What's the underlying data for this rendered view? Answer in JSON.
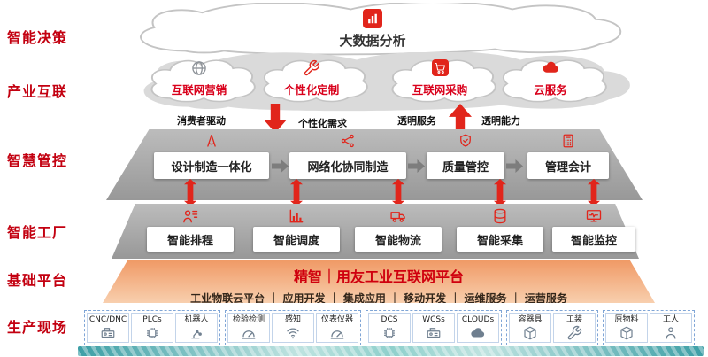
{
  "colors": {
    "brand_red": "#e1251b",
    "label_red": "#c30010",
    "band_gray": "#a8a8a8",
    "platform_orange": "#f09a66",
    "teal": "#3d9fa6"
  },
  "left_labels": [
    {
      "label": "智能决策"
    },
    {
      "label": "产业互联"
    },
    {
      "label": "智慧管控"
    },
    {
      "label": "智能工厂"
    },
    {
      "label": "基础平台"
    },
    {
      "label": "生产现场"
    }
  ],
  "decision_layer": {
    "title": "大数据分析",
    "icon": "bar-chart-icon"
  },
  "industry_layer": {
    "clouds": [
      {
        "label": "互联网营销",
        "icon": "globe-icon"
      },
      {
        "label": "个性化定制",
        "icon": "wrench-icon"
      },
      {
        "label": "互联网采购",
        "icon": "cart-icon"
      },
      {
        "label": "云服务",
        "icon": "cloud-icon"
      }
    ]
  },
  "flow_row": {
    "labels": [
      {
        "text": "消费者驱动"
      },
      {
        "text": "个性化需求"
      },
      {
        "text": "透明服务"
      },
      {
        "text": "透明能力"
      }
    ]
  },
  "management_layer": {
    "boxes": [
      {
        "label": "设计制造一体化",
        "icon": "compass-icon"
      },
      {
        "label": "网络化协同制造",
        "icon": "network-icon"
      },
      {
        "label": "质量管控",
        "icon": "shield-check-icon"
      },
      {
        "label": "管理会计",
        "icon": "calculator-icon"
      }
    ]
  },
  "factory_layer": {
    "boxes": [
      {
        "label": "智能排程",
        "icon": "schedule-icon"
      },
      {
        "label": "智能调度",
        "icon": "bar-gauge-icon"
      },
      {
        "label": "智能物流",
        "icon": "truck-icon"
      },
      {
        "label": "智能采集",
        "icon": "database-icon"
      },
      {
        "label": "智能监控",
        "icon": "monitor-pulse-icon"
      }
    ]
  },
  "platform_layer": {
    "title": "精智｜用友工业互联网平台",
    "services": "工业物联云平台 ｜ 应用开发 ｜ 集成应用 ｜ 移动开发 ｜ 运维服务 ｜ 运营服务"
  },
  "site_layer": {
    "groups": [
      {
        "items": [
          {
            "label": "CNC/DNC",
            "icon": "cnc-machine-icon"
          },
          {
            "label": "PLCs",
            "icon": "plc-chip-icon"
          },
          {
            "label": "机器人",
            "icon": "robot-arm-icon"
          }
        ]
      },
      {
        "items": [
          {
            "label": "检验检测",
            "icon": "meter-icon"
          },
          {
            "label": "感知",
            "icon": "sensor-icon"
          },
          {
            "label": "仪表仪器",
            "icon": "instrument-icon"
          }
        ]
      },
      {
        "items": [
          {
            "label": "DCS",
            "icon": "dcs-chip-icon"
          },
          {
            "label": "WCSs",
            "icon": "wcs-machine-icon"
          },
          {
            "label": "CLOUDs",
            "icon": "cloud-server-icon"
          }
        ]
      },
      {
        "items": [
          {
            "label": "容器具",
            "icon": "container-box-icon"
          },
          {
            "label": "工装",
            "icon": "tooling-wrench-icon"
          }
        ]
      },
      {
        "items": [
          {
            "label": "原物料",
            "icon": "material-box-icon"
          },
          {
            "label": "工人",
            "icon": "worker-icon"
          }
        ]
      }
    ]
  }
}
